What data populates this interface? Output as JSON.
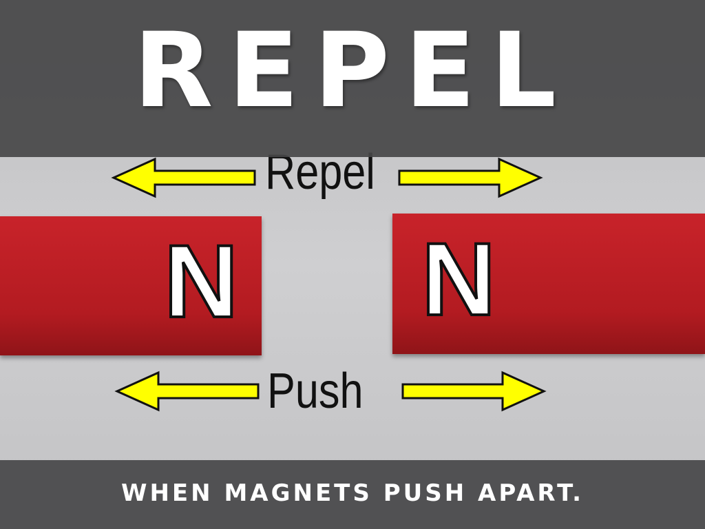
{
  "slide": {
    "title": "REPEL",
    "subtitle": "WHEN MAGNETS PUSH APART."
  },
  "image": {
    "top_label": "Repel",
    "bottom_label": "Push",
    "left_pole": "N",
    "right_pole": "N"
  },
  "colors": {
    "magnet": "#c8232a",
    "arrow": "#ffff00",
    "overlay": "#464648"
  }
}
